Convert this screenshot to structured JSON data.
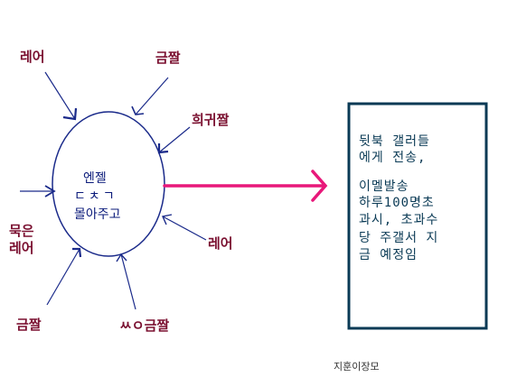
{
  "labels": {
    "rare_top_left": "레어",
    "gold_top": "금짤",
    "heegwi": "희귀짤",
    "old_rare_line1": "묵은",
    "old_rare_line2": "레어",
    "rare_right": "레어",
    "gold_bottom_left": "금짤",
    "ssang_gold": "ㅆㅇ금짤"
  },
  "ellipse": {
    "line1": "엔젤",
    "line2": "ㄷㅊㄱ",
    "line3": "몰아주고"
  },
  "box": {
    "line1": "뒷북 갤러들",
    "line2": "에게 전송,",
    "line3": "이멜발송",
    "line4": "하루100명초",
    "line5": "과시, 초과수",
    "line6": "당 주갤서 지",
    "line7": "금 예정임"
  },
  "footer": "지훈이장모",
  "colors": {
    "maroon_text": "#7a1030",
    "arrow_blue": "#1a2a8a",
    "main_arrow": "#e8187a",
    "box_border": "#0a3a55"
  }
}
